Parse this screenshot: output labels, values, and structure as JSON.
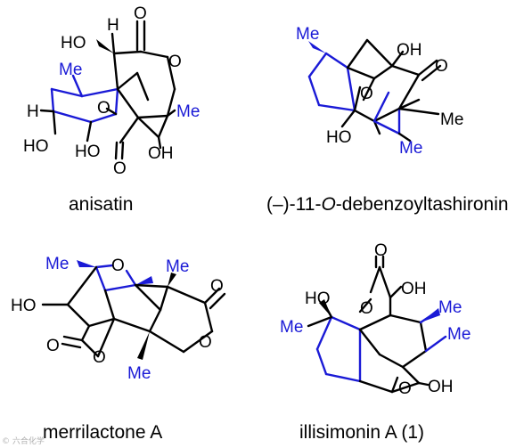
{
  "colors": {
    "bond": "#000000",
    "highlight": "#1a1ad6"
  },
  "compounds": {
    "anisatin": {
      "name": "anisatin",
      "atoms": {
        "ho_top": "HO",
        "h_top": "H",
        "o_carbonyl": "O",
        "o_ring": "O",
        "me_left": "Me",
        "me_right": "Me",
        "h_left": "H",
        "o_bridge": "O",
        "ho_bl": "HO",
        "ho_bm": "HO",
        "oh_br": "OH",
        "o_bottom": "O"
      }
    },
    "tashironin": {
      "name": "(–)-11-O-debenzoyltashironin",
      "name_prefix": "(–)-11-",
      "name_italic": "O",
      "name_suffix": "-debenzoyltashironin",
      "atoms": {
        "me_top": "Me",
        "oh_top": "OH",
        "o_ketone": "O",
        "o_bridge": "O",
        "ho_bottom": "HO",
        "me_right": "Me",
        "me_bottom": "Me"
      }
    },
    "merrilactone": {
      "name": "merrilactone A",
      "atoms": {
        "me_top_left": "Me",
        "o_oxetane": "O",
        "me_top_right": "Me",
        "o_carbonyl_right": "O",
        "ho_left": "HO",
        "o_ring_right": "O",
        "o_carbonyl_left": "O",
        "o_ring_left": "O",
        "me_bottom": "Me"
      }
    },
    "illisimonin": {
      "name": "illisimonin A (1)",
      "atoms": {
        "o_top": "O",
        "ho_top": "HO",
        "o_ring": "O",
        "oh_top": "OH",
        "me_left": "Me",
        "me_right1": "Me",
        "me_right2": "Me",
        "o_bottom": "O",
        "oh_bottom": "OH"
      }
    }
  },
  "watermark": "©  六合化学"
}
